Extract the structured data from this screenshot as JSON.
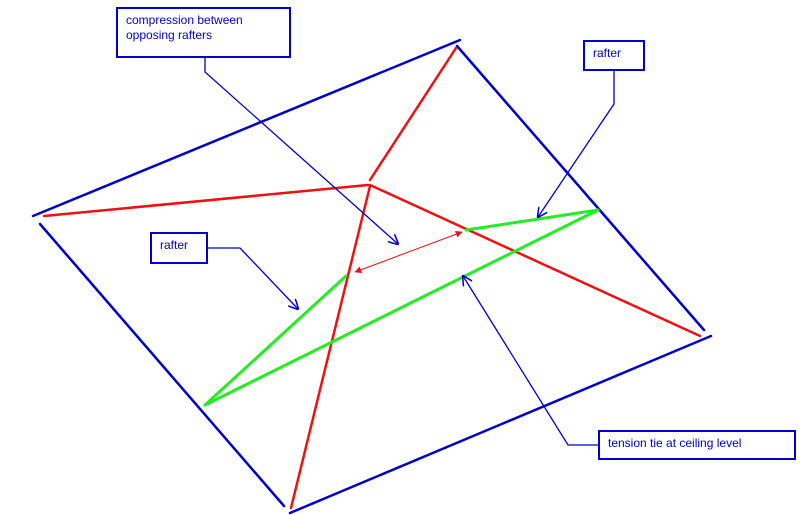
{
  "labels": {
    "compression": "compression between\nopposing rafters",
    "rafter_right": "rafter",
    "rafter_left": "rafter",
    "tension": "tension tie at ceiling level"
  },
  "colors": {
    "frame": "#0000cc",
    "rafters": "#ee1111",
    "ties": "#22ee22",
    "compression_arrow": "#ee1111",
    "label_text": "#0000cc",
    "background": "#ffffff"
  }
}
